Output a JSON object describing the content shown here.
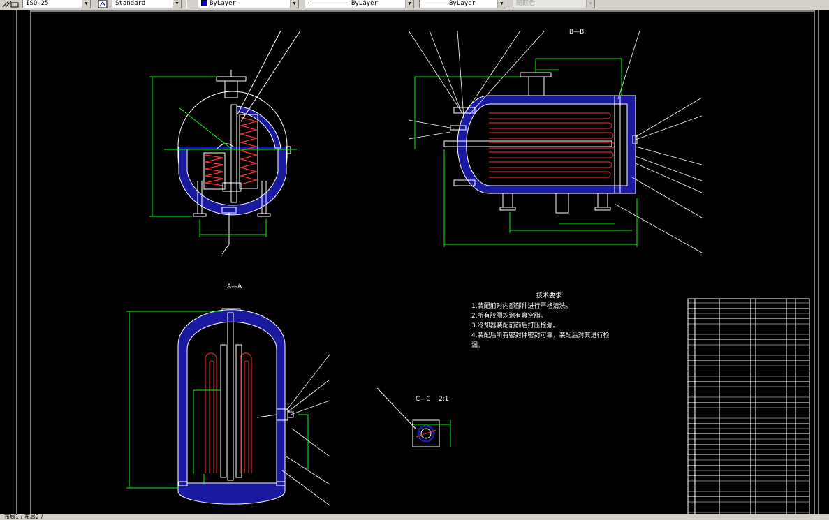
{
  "toolbar": {
    "dimstyle": "ISO-25",
    "textstyle": "Standard",
    "layer": "ByLayer",
    "linetype": "ByLayer",
    "lineweight": "ByLayer",
    "plotstyle": "随颜色"
  },
  "drawing": {
    "view_bb": "B—B",
    "view_aa": "A—A",
    "view_cc": "C—C",
    "view_cc_scale": "2:1",
    "tech_title": "技术要求",
    "tech_notes": [
      "1.装配前对内部部件进行严格清洗。",
      "2.所有胶圈均涂有真空脂。",
      "3.冷却器装配前前后打压检漏。",
      "4.装配后所有密封件密封可靠，装配后对其进行检",
      "漏。"
    ]
  },
  "status": {
    "tabs": "布局1 / 布局2 /"
  },
  "colors": {
    "background": "#000000",
    "outline": "#ffffff",
    "dimension": "#00ff00",
    "coil": "#ff3030",
    "insulation": "#1a1aa0"
  }
}
